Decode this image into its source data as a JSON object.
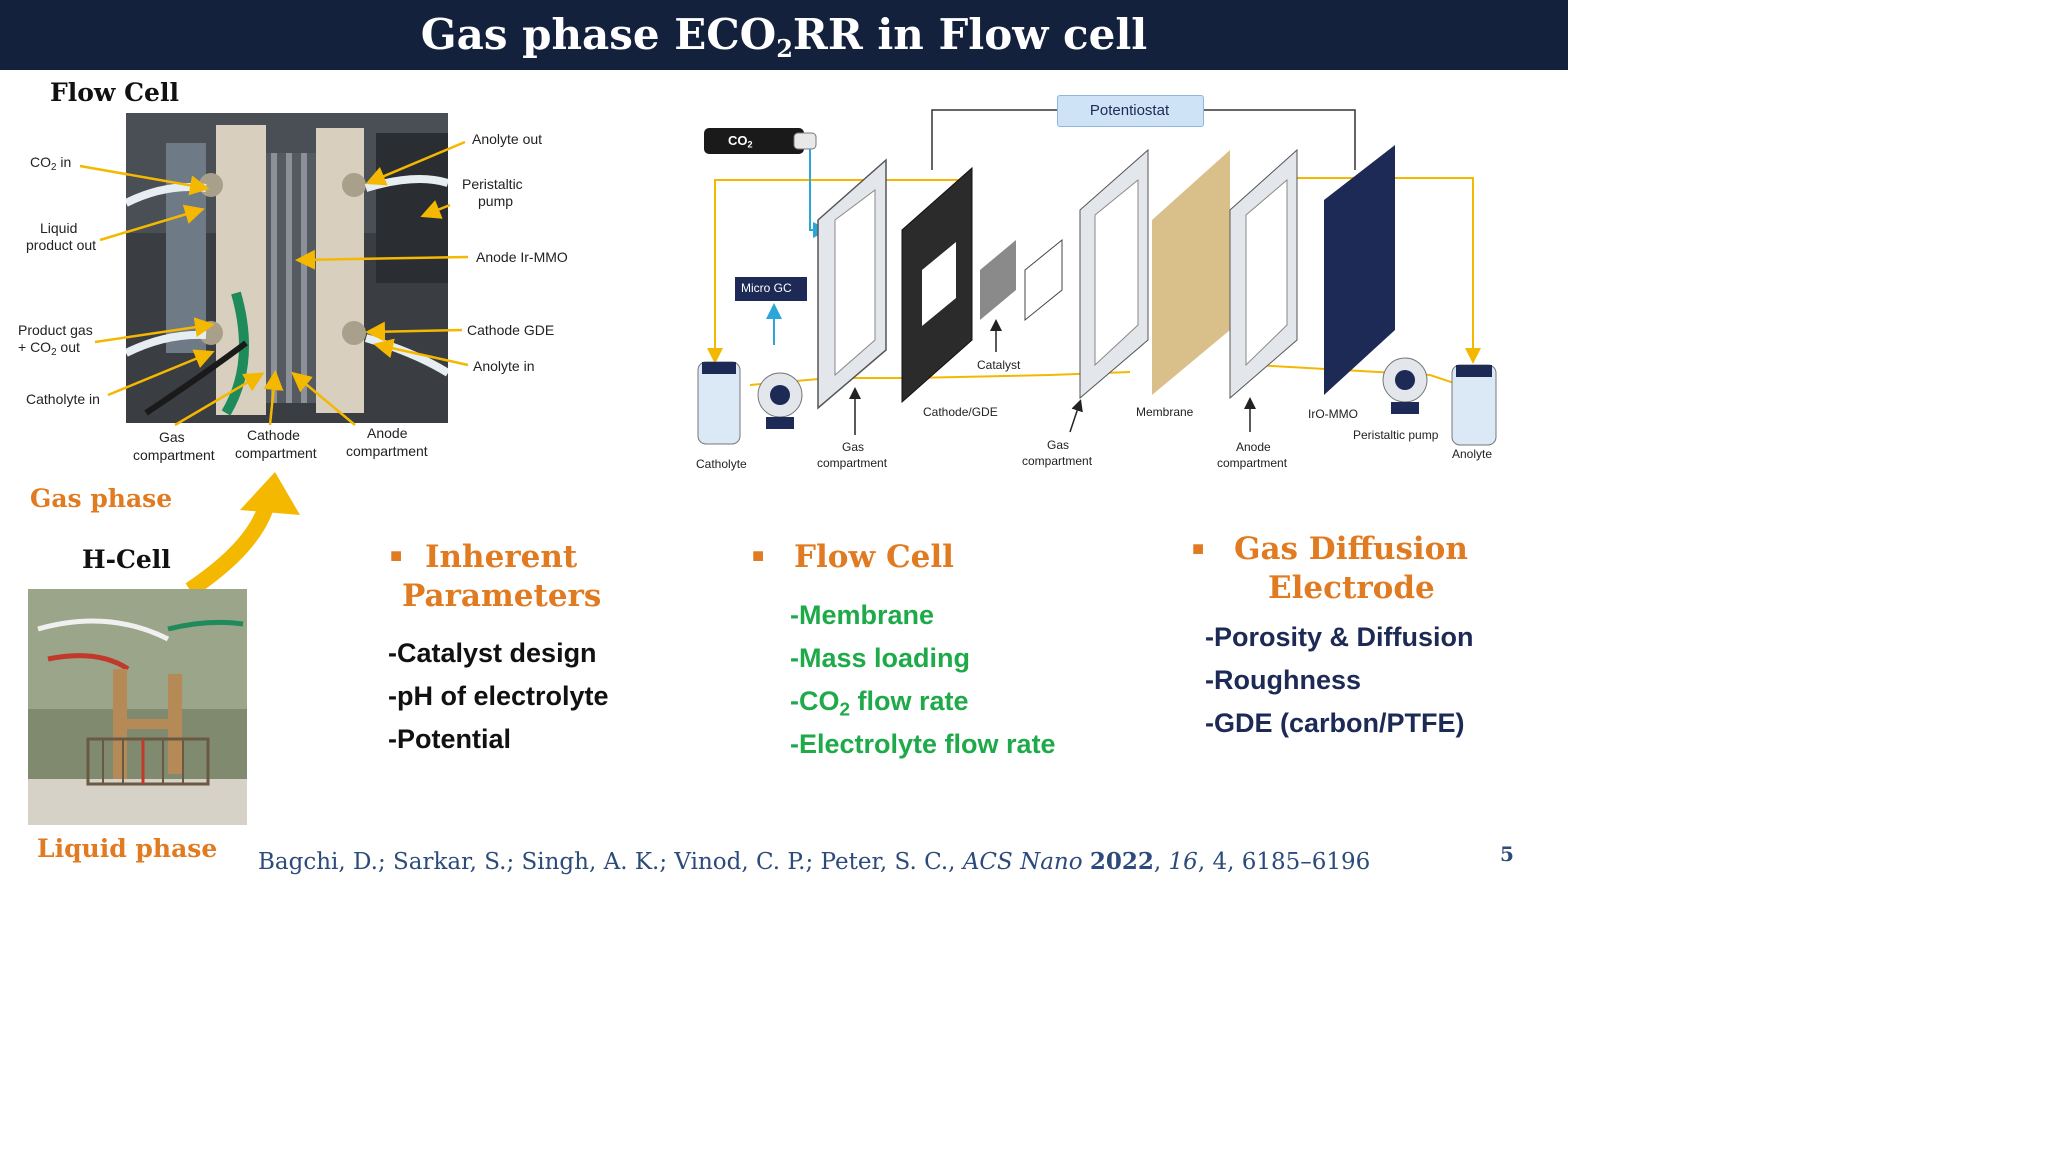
{
  "title": {
    "before": "Gas phase ECO",
    "sub": "2",
    "after": "RR in Flow cell"
  },
  "flow_cell_heading": "Flow Cell",
  "h_cell_heading": "H-Cell",
  "gas_phase_label": "Gas phase",
  "liquid_phase_label": "Liquid phase",
  "photo_labels": {
    "co2_in": {
      "before": "CO",
      "sub": "2",
      "after": " in"
    },
    "liquid_product_out_1": "Liquid",
    "liquid_product_out_2": "product out",
    "product_gas_1": "Product gas",
    "product_gas_2": {
      "before": "+ CO",
      "sub": "2",
      "after": " out"
    },
    "catholyte_in": "Catholyte in",
    "gas_compartment_1": "Gas",
    "gas_compartment_2": "compartment",
    "cathode_compartment_1": "Cathode",
    "cathode_compartment_2": "compartment",
    "anode_compartment_1": "Anode",
    "anode_compartment_2": "compartment",
    "anolyte_out": "Anolyte out",
    "peristaltic_pump_1": "Peristaltic",
    "peristaltic_pump_2": "pump",
    "anode_ir_mmo": "Anode Ir-MMO",
    "cathode_gde": "Cathode GDE",
    "anolyte_in": "Anolyte in"
  },
  "diagram_labels": {
    "potentiostat": "Potentiostat",
    "co2_tank": {
      "before": "CO",
      "sub": "2"
    },
    "micro_gc": "Micro GC",
    "catalyst": "Catalyst",
    "cathode_gde": "Cathode/GDE",
    "membrane": "Membrane",
    "iro_mmo": "IrO-MMO",
    "peristaltic_pump": "Peristaltic pump",
    "catholyte": "Catholyte",
    "anolyte": "Anolyte",
    "gas_compartment_1": "Gas",
    "gas_compartment_2": "compartment",
    "gas_compartment_b1": "Gas",
    "gas_compartment_b2": "compartment",
    "anode_compartment_1": "Anode",
    "anode_compartment_2": "compartment"
  },
  "sections": {
    "inherent": {
      "heading_1": "Inherent",
      "heading_2": "Parameters",
      "items": [
        "-Catalyst design",
        "-pH of electrolyte",
        "-Potential"
      ]
    },
    "flow_cell": {
      "heading": "Flow Cell",
      "items": [
        "-Membrane",
        "-Mass loading",
        {
          "before": "-CO",
          "sub": "2",
          "after": " flow rate"
        },
        "-Electrolyte flow rate"
      ]
    },
    "gde": {
      "heading_1": "Gas Diffusion",
      "heading_2": "Electrode",
      "items": [
        "-Porosity & Diffusion",
        "-Roughness",
        "-GDE (carbon/PTFE)"
      ]
    }
  },
  "citation": {
    "authors": "Bagchi, D.;  Sarkar, S.;  Singh, A. K.;  Vinod, C. P.; Peter, S. C., ",
    "journal": "ACS Nano",
    "year": "2022",
    "volume": "16",
    "pages": ", 4, 6185–6196"
  },
  "page_number": "5",
  "colors": {
    "title_bar": "#14213d",
    "accent_orange": "#e07b21",
    "green": "#1faa4a",
    "navy": "#1c2a55",
    "arrow_yellow": "#f5b800",
    "membrane": "#d9c08a",
    "anode_plate": "#1c2a55"
  }
}
